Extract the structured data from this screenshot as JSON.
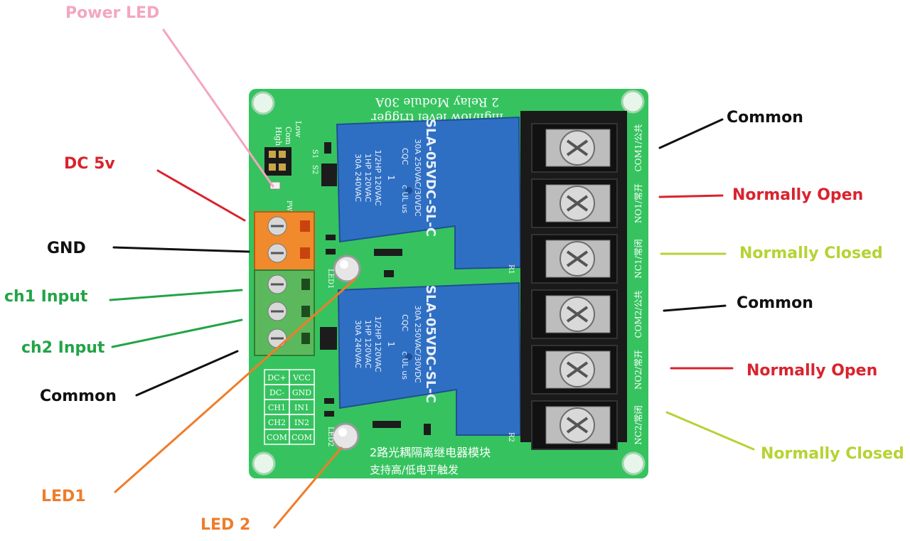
{
  "colors": {
    "pink": "#f4a6bf",
    "red": "#d9232e",
    "black": "#111111",
    "green": "#22a447",
    "lime": "#b5d334",
    "orange": "#ef7d2a",
    "board": "#35c25d",
    "relay": "#2f6fc3"
  },
  "labels": {
    "power_led": "Power LED",
    "dc_5v": "DC 5v",
    "gnd": "GND",
    "ch1_input": "ch1 Input",
    "ch2_input": "ch2 Input",
    "common_left": "Common",
    "led1": "LED1",
    "led2": "LED 2",
    "common_1": "Common",
    "no_1": "Normally Open",
    "nc_1": "Normally Closed",
    "common_2": "Common",
    "no_2": "Normally Open",
    "nc_2": "Normally Closed"
  },
  "board": {
    "header_line1": "high/low level trigger",
    "header_line2": "2 Relay Module 30A",
    "jumper_low": "Low",
    "jumper_com": "Com",
    "jumper_high": "High",
    "jumper_s1": "S1",
    "jumper_s2": "S2",
    "pwr_label": "PWR",
    "led1_label": "LED1",
    "led2_label": "LED2",
    "relay_model": "SLA-05VDC-SL-C",
    "relay_rating1": "30A 250VAC/30VDC",
    "relay_rating2": "1/2HP 120VAC",
    "relay_rating3": "1HP 120VAC",
    "relay_rating4": "30A 240VAC",
    "relay_cqc": "CQC",
    "relay_us": "c UL us",
    "relay_pin": "1",
    "r1": "R1",
    "r2": "R2",
    "footer_cn1": "2路光耦隔离继电器模块",
    "footer_cn2": "支持高/低电平触发",
    "terminals_right": [
      "COM1/公共",
      "NO1/常开",
      "NC1/常闭",
      "COM2/公共",
      "NO2/常开",
      "NC2/常闭"
    ],
    "pin_table": [
      [
        "DC+",
        "VCC"
      ],
      [
        "DC-",
        "GND"
      ],
      [
        "CH1",
        "IN1"
      ],
      [
        "CH2",
        "IN2"
      ],
      [
        "COM",
        "COM"
      ]
    ]
  }
}
